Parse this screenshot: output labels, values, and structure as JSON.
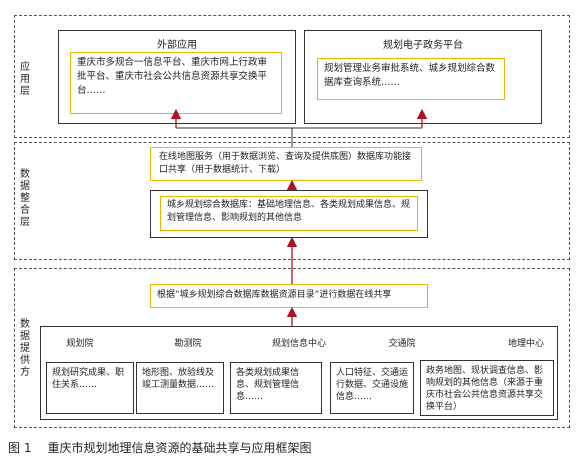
{
  "layers": {
    "application": {
      "label": "应用层",
      "external_app": {
        "title": "外部应用",
        "text": "重庆市多规合一信息平台、重庆市网上行政审批平台、重庆市社会公共信息资源共享交换平台……"
      },
      "egov_platform": {
        "title": "规划电子政务平台",
        "text": "规划管理业务审批系统、城乡规划综合数据库查询系统……"
      }
    },
    "integration": {
      "label": "数据整合层",
      "services": "在线地图服务（用于数据浏览、查询及提供底图）数据库功能接口共享（用于数据统计、下载）",
      "database": "城乡规划综合数据库：基础地理信息、各类规划成果信息、规划管理信息、影响规划的其他信息"
    },
    "provision": {
      "label": "数据提供方",
      "sharing": "根据“城乡规划综合数据库数据资源目录”进行数据在线共享",
      "sources": [
        {
          "name": "规划院",
          "text": "规划研究成果、职住关系……"
        },
        {
          "name": "勘测院",
          "text": "地形图、放验线及竣工测量数据……"
        },
        {
          "name": "规划信息中心",
          "text": "各类规划成果信息、规划管理信息……"
        },
        {
          "name": "交通院",
          "text": "人口特征、交通运行数据、交通设施信息……"
        },
        {
          "name": "地理中心",
          "text": "政务地图、现状调查信息、影响规划的其他信息（来源于重庆市社会公共信息资源共享交换平台）"
        }
      ]
    }
  },
  "caption": {
    "number": "图 1",
    "text": "重庆市规划地理信息资源的基础共享与应用框架图"
  }
}
